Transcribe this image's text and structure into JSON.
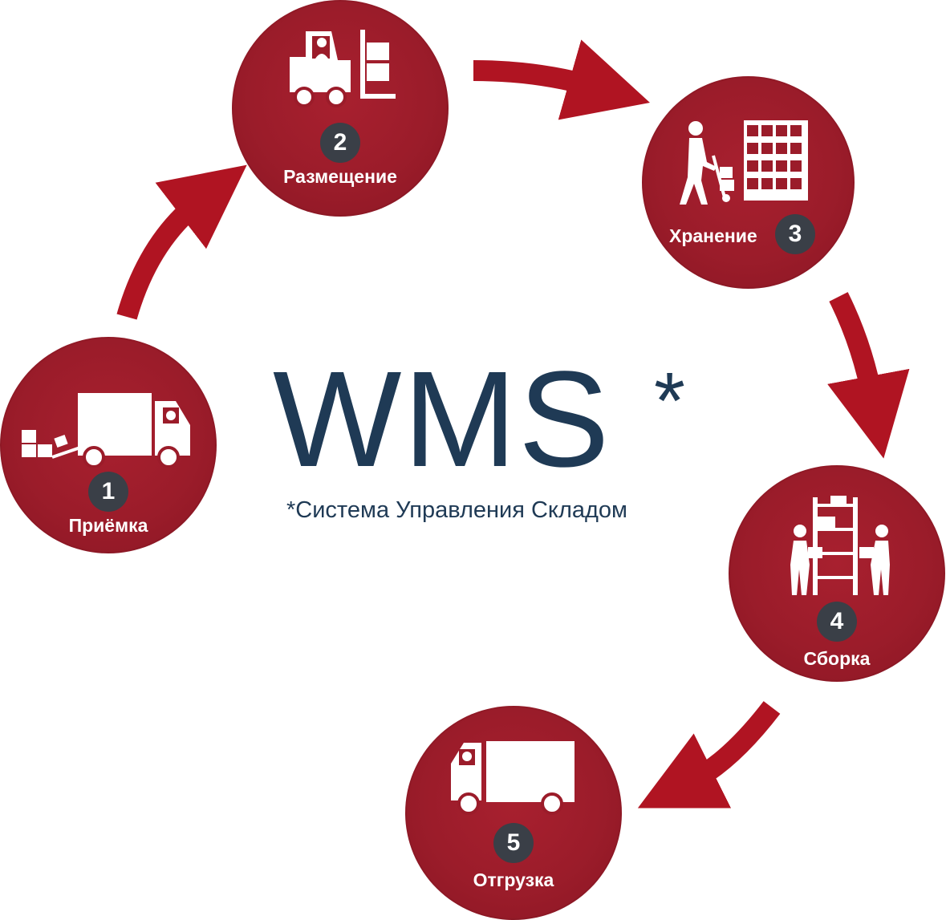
{
  "title": {
    "main": "WMS",
    "asterisk": "*"
  },
  "subtitle": "*Система Управления Складом",
  "colors": {
    "circle": "#9b1c2a",
    "arrow": "#b01422",
    "badge": "#3a3f47",
    "text_dark": "#1f3a55"
  },
  "steps": [
    {
      "number": "1",
      "label": "Приёмка",
      "icon": "truck-unloading-icon"
    },
    {
      "number": "2",
      "label": "Размещение",
      "icon": "forklift-icon"
    },
    {
      "number": "3",
      "label": "Хранение",
      "icon": "worker-with-cart-and-shelves-icon"
    },
    {
      "number": "4",
      "label": "Сборка",
      "icon": "pickers-at-rack-icon"
    },
    {
      "number": "5",
      "label": "Отгрузка",
      "icon": "truck-icon"
    }
  ]
}
